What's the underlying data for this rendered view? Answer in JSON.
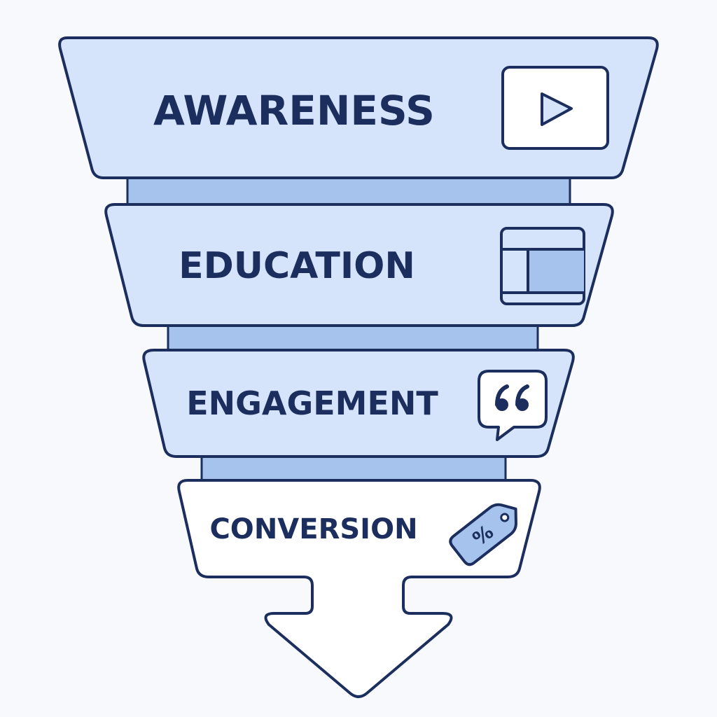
{
  "colors": {
    "background": "#f7f9fd",
    "outline": "#1b2e5e",
    "stage_fill": "#d6e4fb",
    "connector_fill": "#a5c3ec",
    "final_fill": "#ffffff",
    "text": "#1b2e5e"
  },
  "stages": [
    {
      "label": "AWARENESS",
      "icon": "play-icon"
    },
    {
      "label": "EDUCATION",
      "icon": "layout-icon"
    },
    {
      "label": "ENGAGEMENT",
      "icon": "quote-bubble-icon"
    },
    {
      "label": "CONVERSION",
      "icon": "discount-tag-icon"
    }
  ],
  "tag_symbol": "%"
}
